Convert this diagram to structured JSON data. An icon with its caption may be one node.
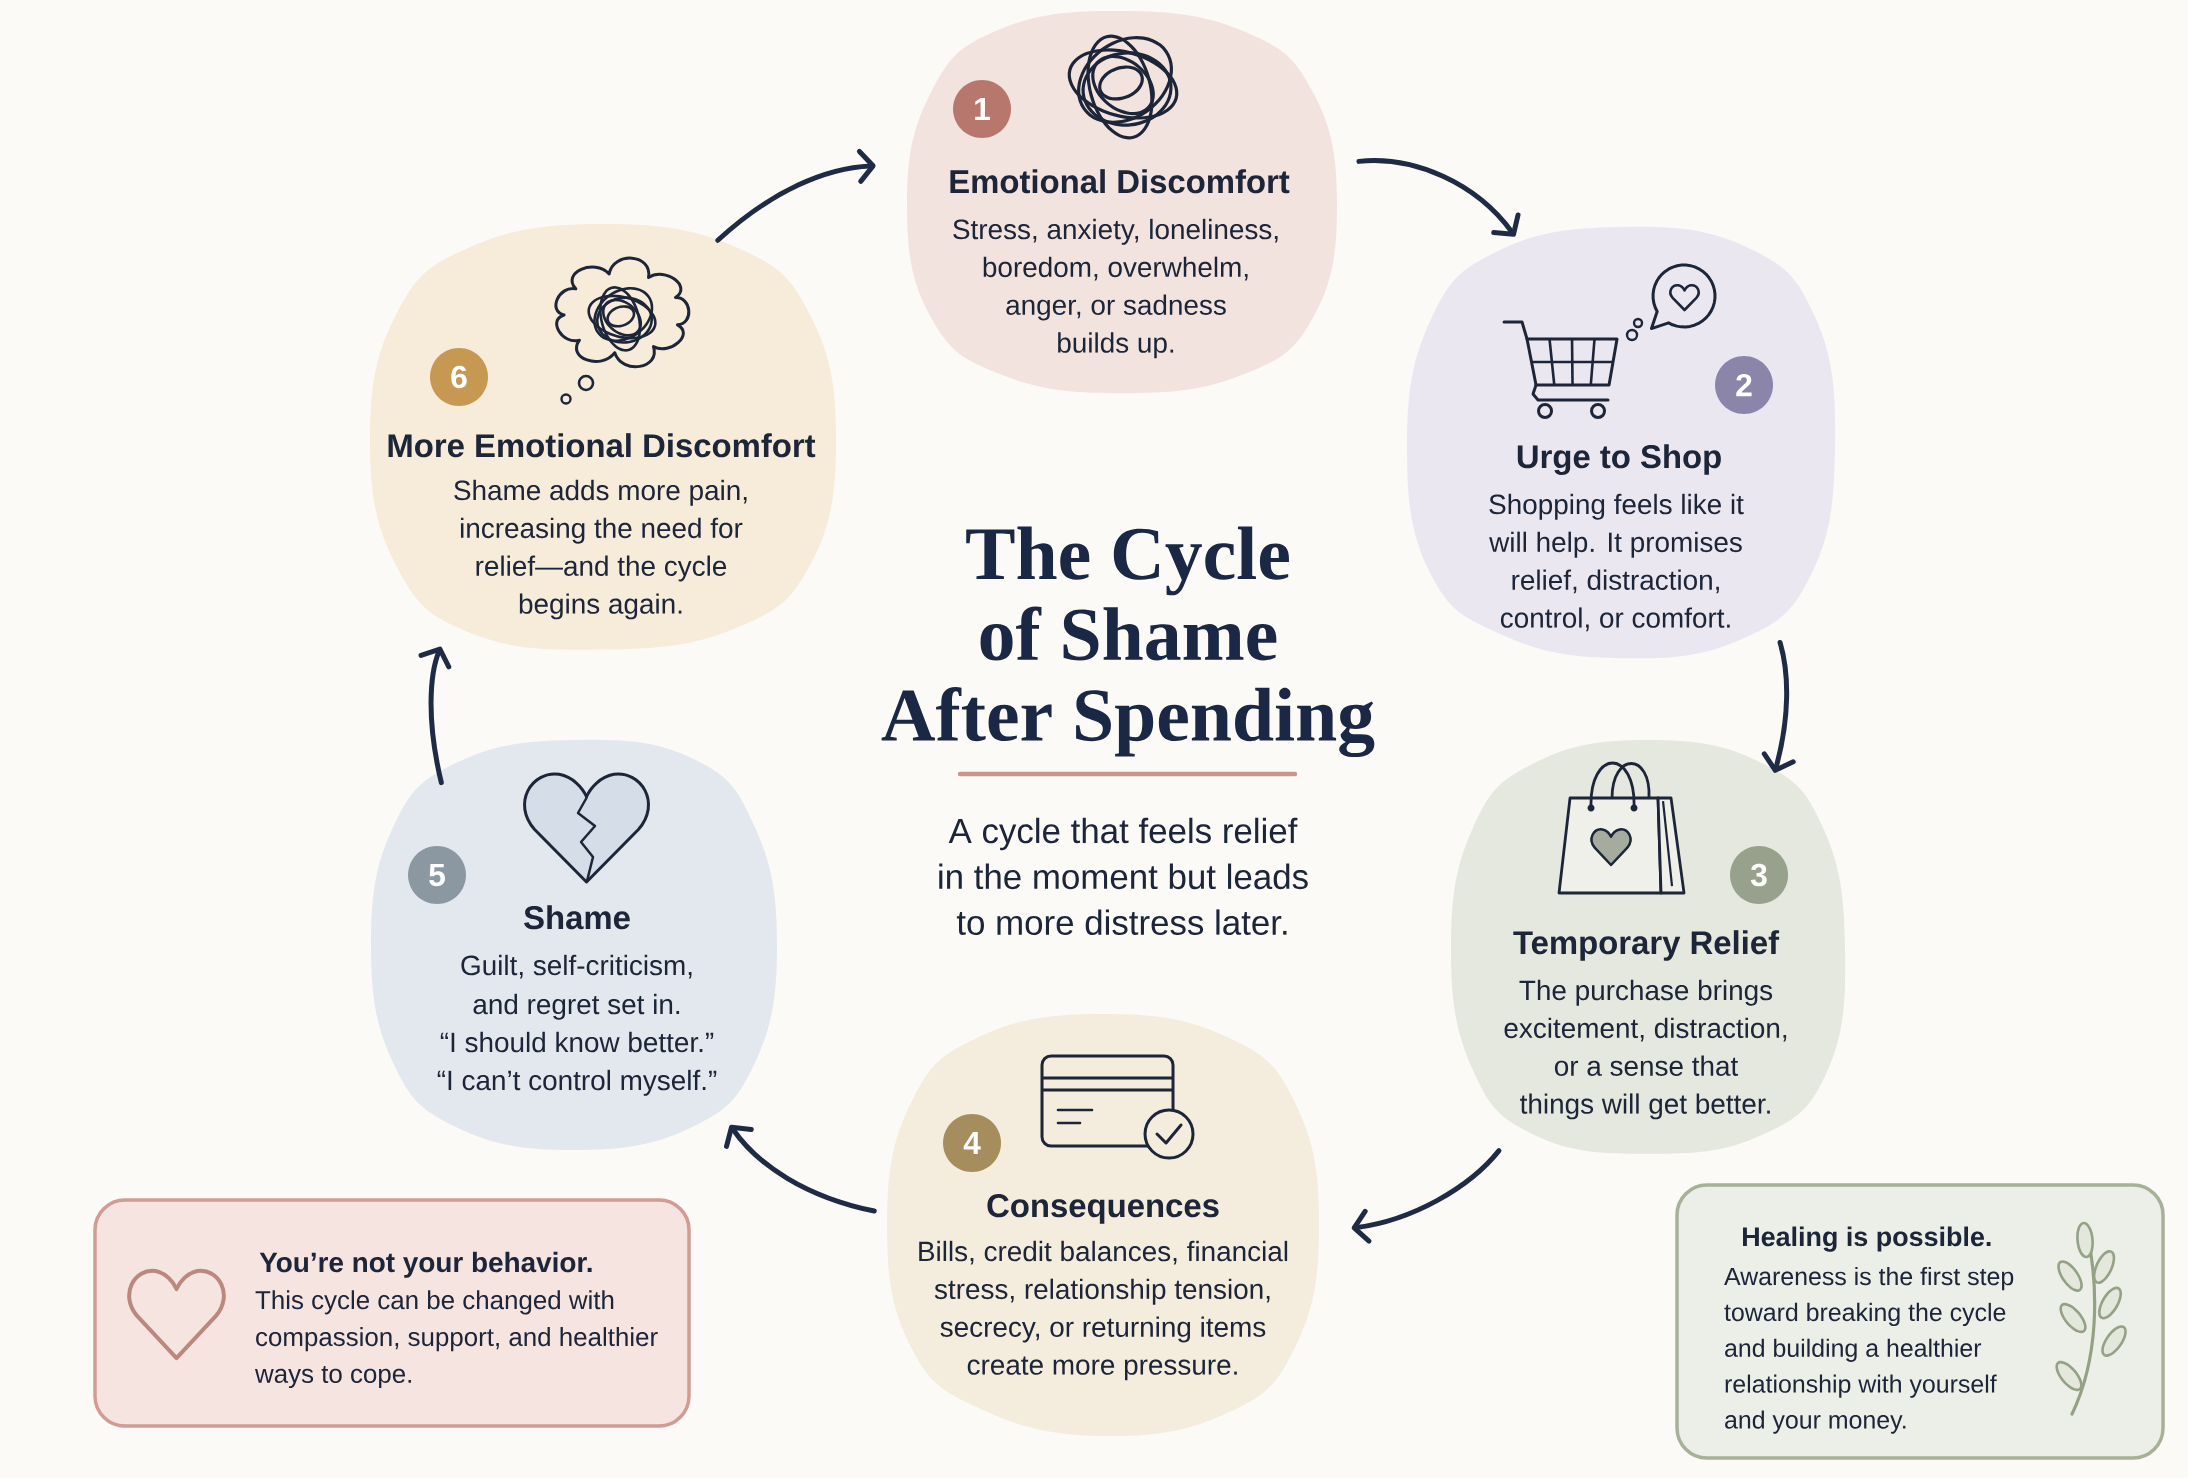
{
  "diagram": {
    "title": "The Cycle of Shame After Spending",
    "nodes": [
      {
        "text": [
          "Emotional Discomfort",
          "Stress, anxiety, loneliness, boredom, overwhelm, anger, or sadness builds up."
        ]
      },
      {
        "text": [
          "1"
        ],
        "in": 0
      },
      {
        "text": [
          "Urge to Shop",
          "Shopping feels like it will help. It promises relief, distraction, control, or comfort."
        ]
      },
      {
        "text": [
          "2"
        ],
        "in": 2
      },
      {
        "text": [
          "Temporary Relief",
          "The purchase brings excitement, distraction, or a sense that things will get better."
        ]
      },
      {
        "text": [
          "3"
        ],
        "in": 4
      },
      {
        "text": [
          "Consequences",
          "Bills, credit balances, financial stress, relationship tension, secrecy, or returning items create more pressure."
        ]
      },
      {
        "text": [
          "4"
        ],
        "in": 6
      },
      {
        "text": [
          "Shame",
          "Guilt, self-criticism, and regret set in.",
          "“I should know better.”",
          "“I can’t control myself.”"
        ]
      },
      {
        "text": [
          "5"
        ],
        "in": 8
      },
      {
        "text": [
          "More Emotional Discomfort",
          "Shame adds more pain, increasing the need for relief—and the cycle begins again."
        ]
      },
      {
        "text": [
          "6"
        ],
        "in": 10
      },
      {
        "text": [
          "You’re not your behavior.",
          "This cycle can be changed with compassion, support, and healthier ways to cope."
        ]
      },
      {
        "text": [
          "Healing is possible.",
          "Awareness is the first step toward breaking the cycle and building a healthier relationship with yourself and your money."
        ]
      }
    ],
    "edges": [
      {
        "from": 0,
        "to": 2,
        "arrow": "to"
      },
      {
        "from": 2,
        "to": 4,
        "arrow": "to"
      },
      {
        "from": 4,
        "to": 6,
        "arrow": "to"
      },
      {
        "from": 6,
        "to": 8,
        "arrow": "to"
      },
      {
        "from": 8,
        "to": 10,
        "arrow": "to"
      },
      {
        "from": 10,
        "to": 0,
        "arrow": "to"
      }
    ],
    "labels": [
      "A cycle that feels relief in the moment but leads to more distress later."
    ]
  }
}
